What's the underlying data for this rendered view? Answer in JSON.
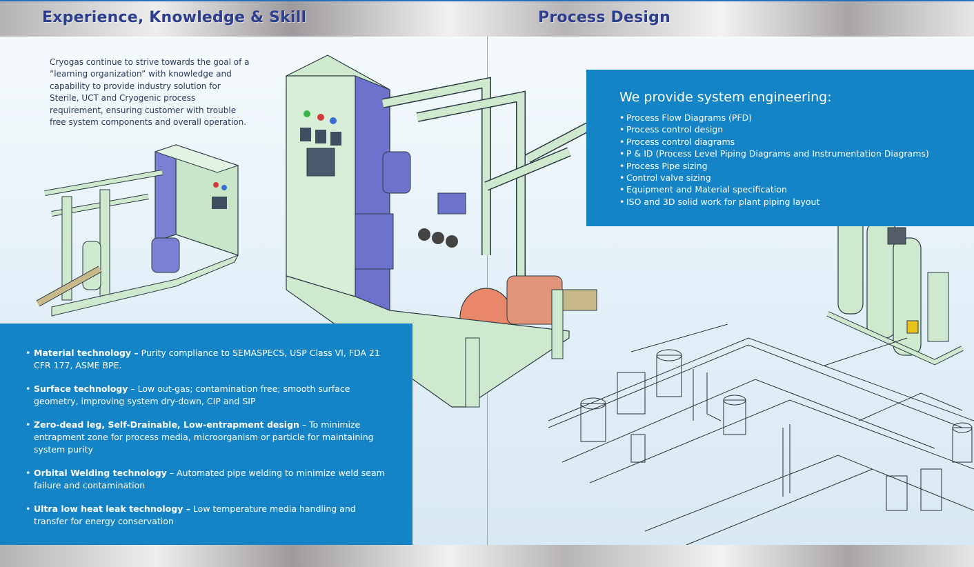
{
  "header": {
    "left_title": "Experience, Knowledge & Skill",
    "right_title": "Process Design"
  },
  "intro": "Cryogas continue to strive towards the goal of a “learning organization” with knowledge and capability to provide industry solution for Sterile, UCT and Cryogenic process requirement, ensuring customer with trouble free system components and overall operation.",
  "technologies": [
    {
      "title": "Material technology –",
      "text": " Purity compliance to SEMASPECS, USP Class VI, FDA 21 CFR 177, ASME BPE."
    },
    {
      "title": "Surface technology",
      "text": " – Low out-gas; contamination free; smooth surface geometry, improving system dry-down, CIP and SIP"
    },
    {
      "title": "Zero-dead leg, Self-Drainable, Low-entrapment design",
      "text": " – To minimize entrapment zone for process media, microorganism or particle for maintaining system purity"
    },
    {
      "title": "Orbital Welding technology",
      "text": " – Automated pipe welding to minimize weld seam failure and contamination"
    },
    {
      "title": "Ultra low heat leak technology –",
      "text": " Low temperature media handling and transfer for energy conservation"
    }
  ],
  "engineering": {
    "heading": "We provide system engineering:",
    "items": [
      "Process Flow Diagrams (PFD)",
      "Process control design",
      "Process control diagrams",
      "P & ID (Process Level Piping Diagrams and Instrumentation Diagrams)",
      "Process Pipe sizing",
      "Control valve sizing",
      "Equipment and Material specification",
      "ISO and 3D solid work for plant piping layout"
    ]
  },
  "colors": {
    "heading": "#2d3f8e",
    "panel_blue": "#1484c7",
    "equipment_green": "#cfe9cf",
    "equipment_blue": "#6b70c9"
  }
}
